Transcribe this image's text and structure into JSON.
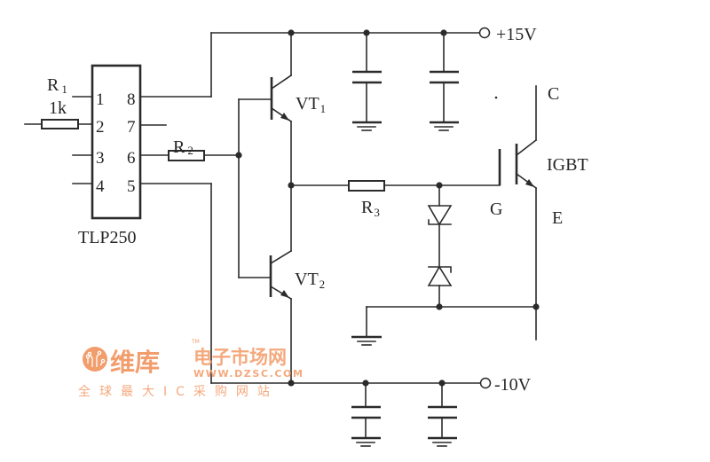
{
  "diagram": {
    "ic": {
      "name": "TLP250",
      "pins_left": [
        "1",
        "2",
        "3",
        "4"
      ],
      "pins_right": [
        "8",
        "7",
        "6",
        "5"
      ]
    },
    "resistors": [
      {
        "ref": "R",
        "sub": "1",
        "value": "1k"
      },
      {
        "ref": "R",
        "sub": "2"
      },
      {
        "ref": "R",
        "sub": "3"
      }
    ],
    "transistors": [
      {
        "ref": "VT",
        "sub": "1"
      },
      {
        "ref": "VT",
        "sub": "2"
      }
    ],
    "igbt": {
      "label": "IGBT",
      "collector": "C",
      "gate": "G",
      "emitter": "E"
    },
    "supplies": {
      "positive": "+15V",
      "negative": "-10V"
    }
  },
  "watermark": {
    "brand": "维库",
    "trademark": "TM",
    "subtitle": "电子市场网",
    "url": "WWW.DZSC.COM",
    "slogan": "全球最大IC采购网站",
    "color": "#f19560"
  }
}
